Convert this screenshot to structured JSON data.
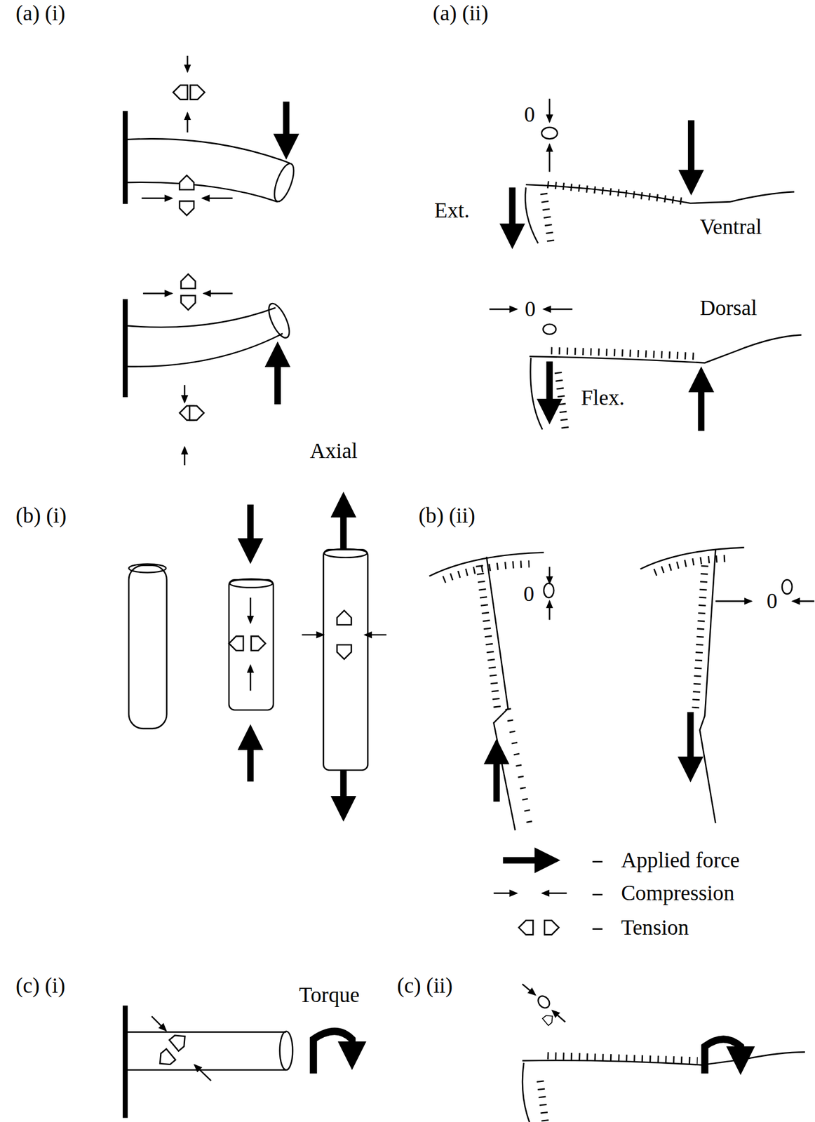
{
  "diagram": {
    "labels": [
      "(a) (i)",
      "(a) (ii)",
      "0",
      "Ext.",
      "Ventral",
      "Dorsal",
      "0",
      "Flex.",
      "Axial",
      "(b) (i)",
      "(b) (ii)",
      "0",
      "0",
      "(c) (i)",
      "Torque",
      "(c) (ii)"
    ],
    "legend": [
      {
        "text": "Applied force"
      },
      {
        "text": "Compression"
      },
      {
        "text": "Tension"
      }
    ]
  }
}
